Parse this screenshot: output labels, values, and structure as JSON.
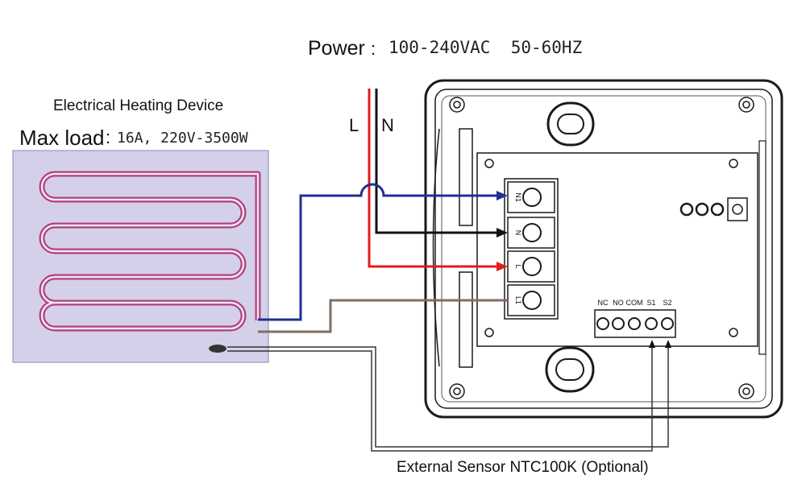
{
  "power": {
    "label": "Power",
    "separator": ":",
    "value": "100-240VAC  50-60HZ"
  },
  "heating_device": {
    "title": "Electrical Heating Device",
    "max_load_label": "Max load",
    "separator": ":",
    "max_load_value": "16A, 220V-3500W"
  },
  "supply_lines": {
    "live": "L",
    "neutral": "N"
  },
  "terminals_main": [
    "N1",
    "N",
    "L",
    "L1"
  ],
  "terminals_relay": [
    "NC",
    "NO",
    "COM",
    "S1",
    "S2"
  ],
  "sensor": {
    "label": "External Sensor NTC100K (Optional)"
  },
  "colors": {
    "live_wire": "#e21b1b",
    "neutral_wire": "#111111",
    "load_wire": "#1f2f96",
    "load_return_wire": "#7f6e62",
    "heating_pad": "#d5d0ea",
    "heating_coil": "#b0407f",
    "sensor_wire": "#333333"
  }
}
